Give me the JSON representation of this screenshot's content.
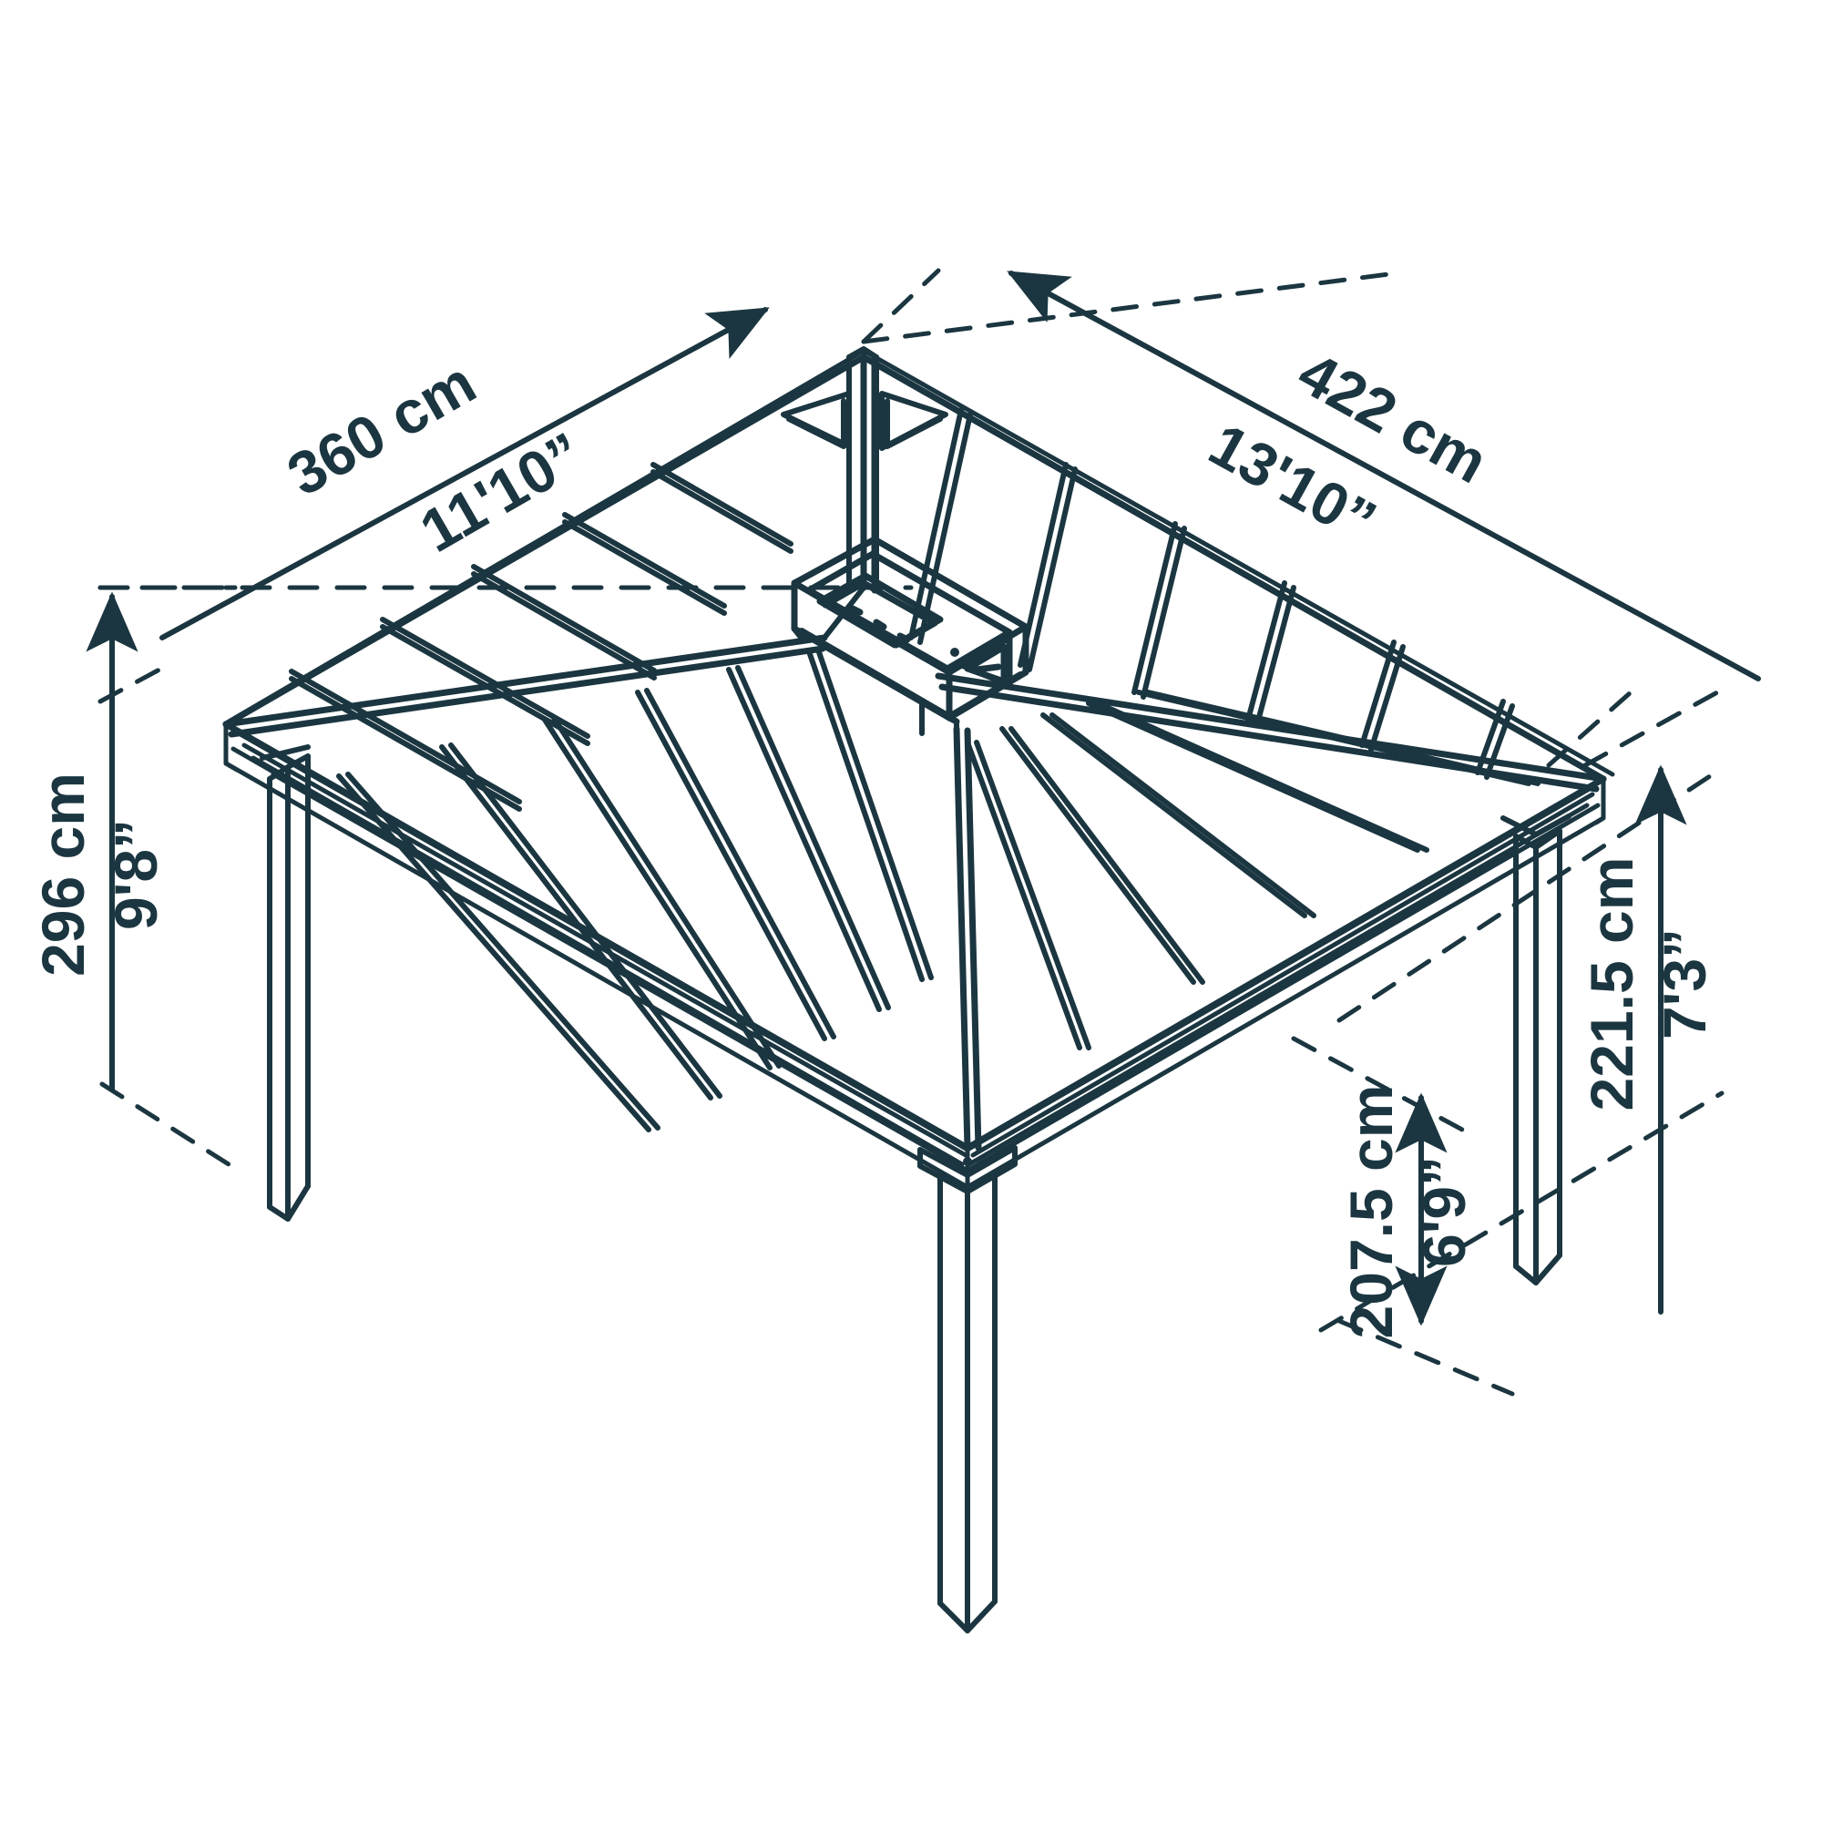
{
  "drawing": {
    "title": "Gazebo hardtop isometric dimension drawing",
    "background_color": "#ffffff",
    "line_color": "#1b3640",
    "units_primary": "cm",
    "units_secondary": "feet-inches"
  },
  "dimensions": {
    "width_left": {
      "metric": "360 cm",
      "imperial": "11'10”",
      "name": "roof-width-left"
    },
    "width_right": {
      "metric": "422 cm",
      "imperial": "13'10”",
      "name": "roof-width-right"
    },
    "height_total": {
      "metric": "296 cm",
      "imperial": "9'8”",
      "name": "overall-height"
    },
    "height_eave": {
      "metric": "221.5 cm",
      "imperial": "7'3”",
      "name": "eave-height"
    },
    "height_clearance": {
      "metric": "207.5 cm",
      "imperial": "6'9”",
      "name": "clearance-height"
    }
  },
  "parts": {
    "roof": "hip-roof-panels",
    "hub": "center-roof-hub",
    "post_front": "front-corner-post",
    "post_left": "left-corner-post",
    "post_right": "right-corner-post",
    "post_rear": "rear-corner-post",
    "beam": "perimeter-beam",
    "rafter": "roof-rafter"
  }
}
